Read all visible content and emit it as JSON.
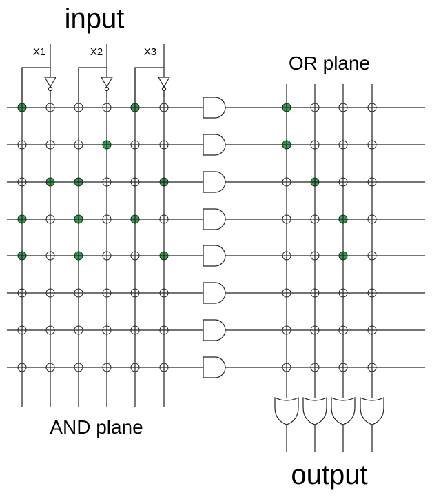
{
  "labels": {
    "input": "input",
    "and_plane": "AND plane",
    "or_plane": "OR plane",
    "output": "output"
  },
  "inputs": [
    "X1",
    "X2",
    "X3"
  ],
  "colors": {
    "connected": "#2e9e4f",
    "unconnected": "#ffffff",
    "line": "#222222"
  },
  "and_plane": {
    "columns": [
      "X1",
      "X1'",
      "X2",
      "X2'",
      "X3",
      "X3'"
    ],
    "rows": 8,
    "connections": [
      [
        1,
        0,
        0,
        0,
        1,
        0
      ],
      [
        0,
        0,
        0,
        1,
        0,
        0
      ],
      [
        0,
        1,
        1,
        0,
        0,
        1
      ],
      [
        1,
        0,
        1,
        0,
        1,
        0
      ],
      [
        1,
        0,
        1,
        0,
        0,
        1
      ],
      [
        0,
        0,
        0,
        0,
        0,
        0
      ],
      [
        0,
        0,
        0,
        0,
        0,
        0
      ],
      [
        0,
        0,
        0,
        0,
        0,
        0
      ]
    ]
  },
  "or_plane": {
    "outputs": 4,
    "connections": [
      [
        1,
        0,
        0,
        0
      ],
      [
        1,
        0,
        0,
        0
      ],
      [
        0,
        1,
        0,
        0
      ],
      [
        0,
        0,
        1,
        0
      ],
      [
        0,
        0,
        1,
        0
      ],
      [
        0,
        0,
        0,
        0
      ],
      [
        0,
        0,
        0,
        0
      ],
      [
        0,
        0,
        0,
        0
      ]
    ]
  }
}
